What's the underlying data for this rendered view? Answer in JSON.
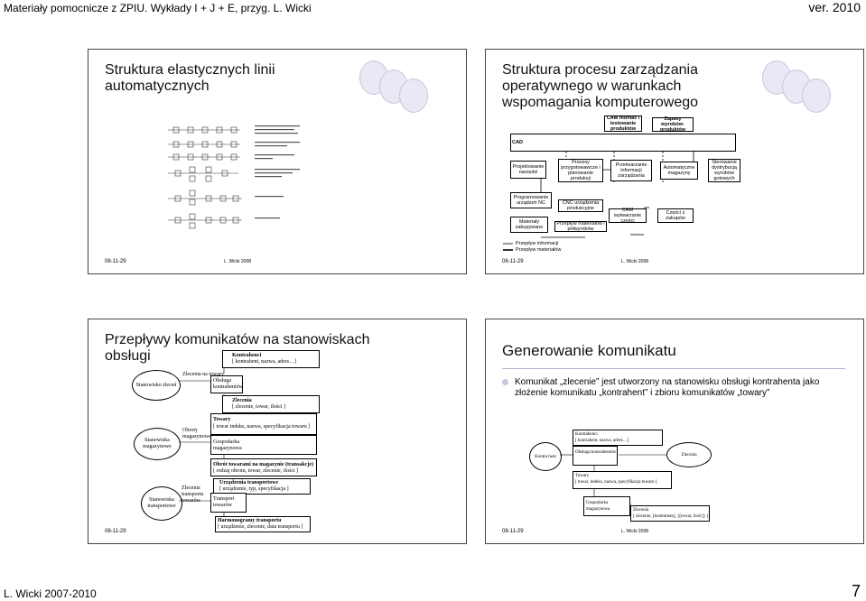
{
  "header": {
    "title": "Materiały pomocnicze z ZPIU. Wykłady I + J + E, przyg. L. Wicki",
    "version": "ver. 2010"
  },
  "footer": {
    "author": "L. Wicki 2007-2010",
    "page": "7"
  },
  "slides": [
    {
      "title": "Struktura elastycznych linii automatycznych",
      "date": "08-11-29",
      "author": "L. Wicki 2008"
    },
    {
      "title": "Struktura procesu zarządzania operatywnego w warunkach wspomagania komputerowego",
      "date": "08-11-29",
      "author": "L. Wicki 2008",
      "boxes": {
        "cam_montaz": "CAM montaż i testowanie produktów",
        "zapasy": "Zapasy wyrobów-produktów",
        "cad": "CAD",
        "projektowanie": "Projektowanie narzędzi",
        "procesy": "Procesy przygotowawcze i planowanie produkcji",
        "przetwarzanie": "Przetwarzanie informacji zarządzania",
        "magazyny": "Automatyczne magazyny",
        "sterowanie": "Sterowanie dystrybucją wyrobów gotowych",
        "programowanie": "Programowanie urządzeń NC",
        "cnc": "CNC urządzenia produkcyjne",
        "materialy": "Materiały zakupywane",
        "przeplyw": "Przepływ materiałów i półwyrobów",
        "cam_wytw": "CAM wytwarzanie części",
        "czesci": "Części z zakupów",
        "legend_info": "Przepływ informacji",
        "legend_mat": "Przepływ materiałów"
      }
    },
    {
      "title": "Przepływy komunikatów na stanowiskach obsługi",
      "date": "08-11-29",
      "labels": {
        "stan_zlecen": "Stanowisko zleceń",
        "zlecenia_tow": "Zlecenia na towary",
        "obsluga_kontr": "Obsługa kontrahentów",
        "kontrahenci": "Kontrahenci",
        "kontrahenci_attr": "[ kontrahent, nazwa, adres…]",
        "zlecenia": "Zlecenia",
        "zlecenia_attr": "[ zlecenie, towar, ilości ]",
        "stan_mag": "Stanowiska magazynowe",
        "obroty": "Obroty magazynowe",
        "towary": "Towary",
        "towary_attr": "[ towar indeks, nazwa, specyfikacja towaru ]",
        "gosp": "Gospodarka magazynowa",
        "obrot": "Obrót towarami na magazynie (transakcje)",
        "obrot_attr": "[ rodzaj obrotu, towar, zlecenie, ilości ]",
        "stan_tr": "Stanowiska transportowe",
        "zlec_tr": "Zlecenia transportu towarów",
        "urzadz": "Urządzenia transportowe",
        "urzadz_attr": "[ urządzenie, typ, specyfikacja ]",
        "transport": "Transport towarów",
        "harm": "Harmonogramy transportu",
        "harm_attr": "[ urządzenie, zlecenie, data transportu ]"
      }
    },
    {
      "title": "Generowanie komunikatu",
      "date": "08-11-29",
      "author": "L. Wicki 2008",
      "bullet": "Komunikat „zlecenie” jest utworzony na stanowisku obsługi kontrahenta jako złożenie komunikatu „kontrahent” i zbioru komunikatów „towary”",
      "labels": {
        "kontrahent": "Kontra hent",
        "kontrahenci": "Kontrahenci",
        "kontrahenci_attr": "[ kontrahent, nazwa, adres…]",
        "obsluga": "Obsługa kontrahentów",
        "zlecenia": "Zlecenia",
        "towary": "Towary",
        "towary_attr": "[ towar, indeks, nazwa, specyfikacja towaru ]",
        "gosp": "Gospodarka magazynowa",
        "zlecenia2": "Zlecenia",
        "zlecenia2_attr": "[ zlecenie, [kontrahent], {[towar, ilość]} ]"
      }
    }
  ]
}
